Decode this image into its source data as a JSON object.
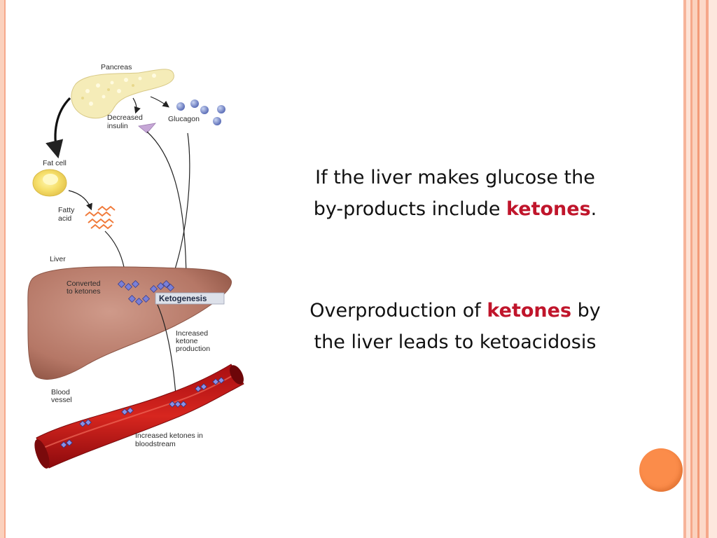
{
  "diagram": {
    "labels": {
      "pancreas": "Pancreas",
      "decreased_insulin_1": "Decreased",
      "decreased_insulin_2": "insulin",
      "glucagon": "Glucagon",
      "fat_cell": "Fat cell",
      "fatty_acid_1": "Fatty",
      "fatty_acid_2": "acid",
      "liver": "Liver",
      "converted_1": "Converted",
      "converted_2": "to ketones",
      "ketogenesis": "Ketogenesis",
      "increased_prod_1": "Increased",
      "increased_prod_2": "ketone",
      "increased_prod_3": "production",
      "blood_vessel_1": "Blood",
      "blood_vessel_2": "vessel",
      "bloodstream_1": "Increased ketones in",
      "bloodstream_2": "bloodstream"
    }
  },
  "text": {
    "p1_line1": "If the liver makes glucose the",
    "p1_line2_pre": "by-products include ",
    "p1_line2_hl": "ketones",
    "p1_line2_post": ".",
    "p2_line1_pre": "Overproduction of ",
    "p2_line1_hl": "ketones",
    "p2_line1_post": " by",
    "p2_line2": "the liver leads to ketoacidosis"
  },
  "colors": {
    "highlight": "#c0152b",
    "accent_dot": "#fb8c4a",
    "border": "#f6a88a"
  }
}
